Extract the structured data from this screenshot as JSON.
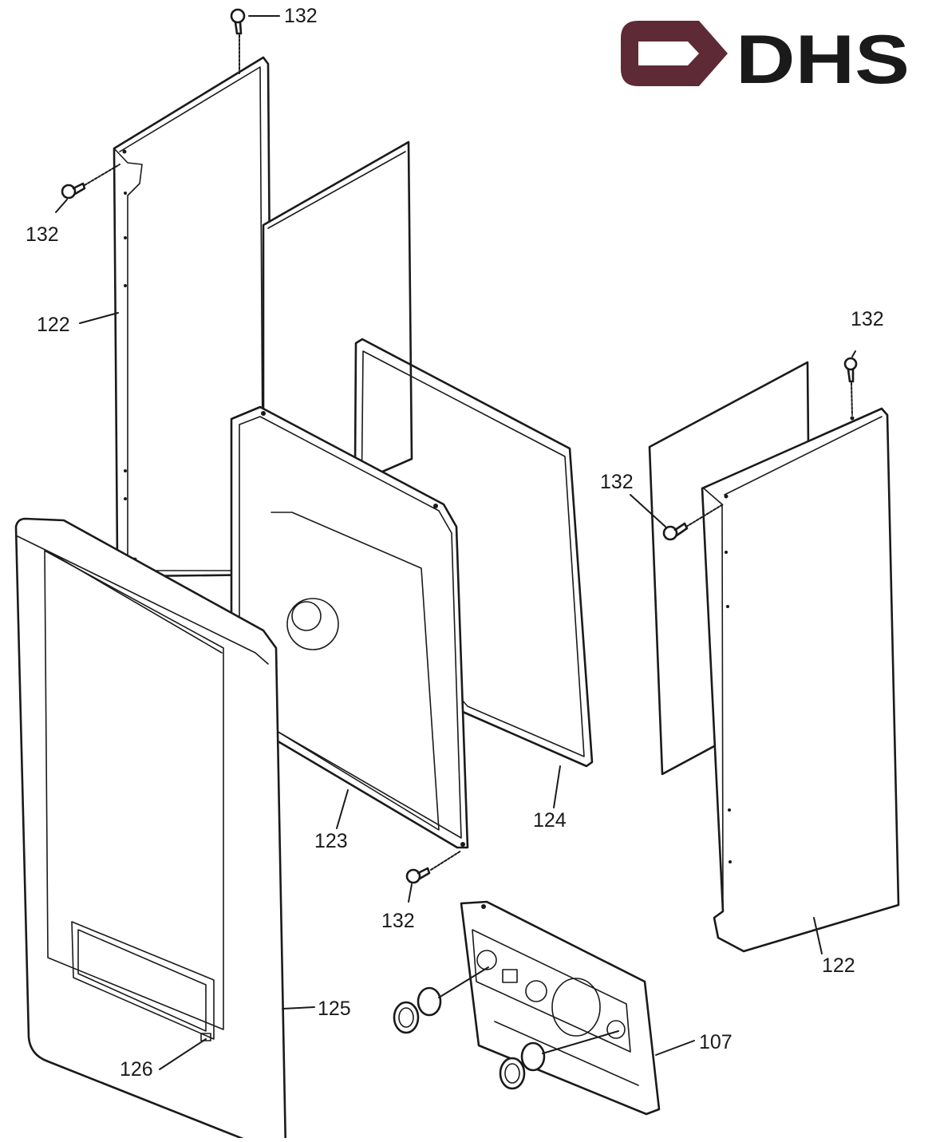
{
  "logo": {
    "text": "DHS",
    "color": "#5e2a35"
  },
  "callouts": {
    "c132_top": "132",
    "c132_left": "132",
    "c122_left": "122",
    "c132_right_top": "132",
    "c132_right_mid": "132",
    "c123": "123",
    "c124": "124",
    "c132_bottom": "132",
    "c122_right": "122",
    "c125": "125",
    "c107": "107",
    "c126": "126"
  }
}
